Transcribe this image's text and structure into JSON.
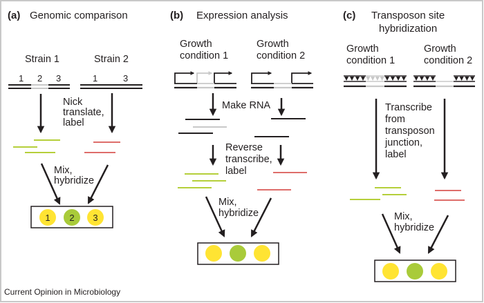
{
  "figure": {
    "footer": "Current Opinion in Microbiology",
    "colors": {
      "black": "#231f20",
      "grey": "#c8c8c8",
      "green_label": "#b5cf3a",
      "red_label": "#de6d6a",
      "yellow_spot": "#ffe433",
      "green_spot": "#a9cb3a",
      "frame": "#c8c8c8"
    },
    "panels": [
      {
        "letter": "(a)",
        "title": "Genomic comparison",
        "samples": [
          "Strain 1",
          "Strain 2"
        ],
        "regions_sample1": [
          "1",
          "2",
          "3"
        ],
        "regions_sample2": [
          "1",
          "3"
        ],
        "step1": [
          "Nick",
          "translate,",
          "label"
        ],
        "step2": [
          "Mix,",
          "hybridize"
        ],
        "spots": [
          {
            "label": "1",
            "color": "yellow"
          },
          {
            "label": "2",
            "color": "green"
          },
          {
            "label": "3",
            "color": "yellow"
          }
        ]
      },
      {
        "letter": "(b)",
        "title": "Expression analysis",
        "samples": [
          [
            "Growth",
            "condition 1"
          ],
          [
            "Growth",
            "condition 2"
          ]
        ],
        "step1": [
          "Make RNA"
        ],
        "step2": [
          "Reverse",
          "transcribe,",
          "label"
        ],
        "step3": [
          "Mix,",
          "hybridize"
        ],
        "spots": [
          {
            "label": "",
            "color": "yellow"
          },
          {
            "label": "",
            "color": "green"
          },
          {
            "label": "",
            "color": "yellow"
          }
        ]
      },
      {
        "letter": "(c)",
        "title": [
          "Transposon site",
          "hybridization"
        ],
        "samples": [
          [
            "Growth",
            "condition 1"
          ],
          [
            "Growth",
            "condition 2"
          ]
        ],
        "step1": [
          "Transcribe",
          "from",
          "transposon",
          "junction,",
          "label"
        ],
        "step2": [
          "Mix,",
          "hybridize"
        ],
        "spots": [
          {
            "label": "",
            "color": "yellow"
          },
          {
            "label": "",
            "color": "green"
          },
          {
            "label": "",
            "color": "yellow"
          }
        ]
      }
    ]
  }
}
